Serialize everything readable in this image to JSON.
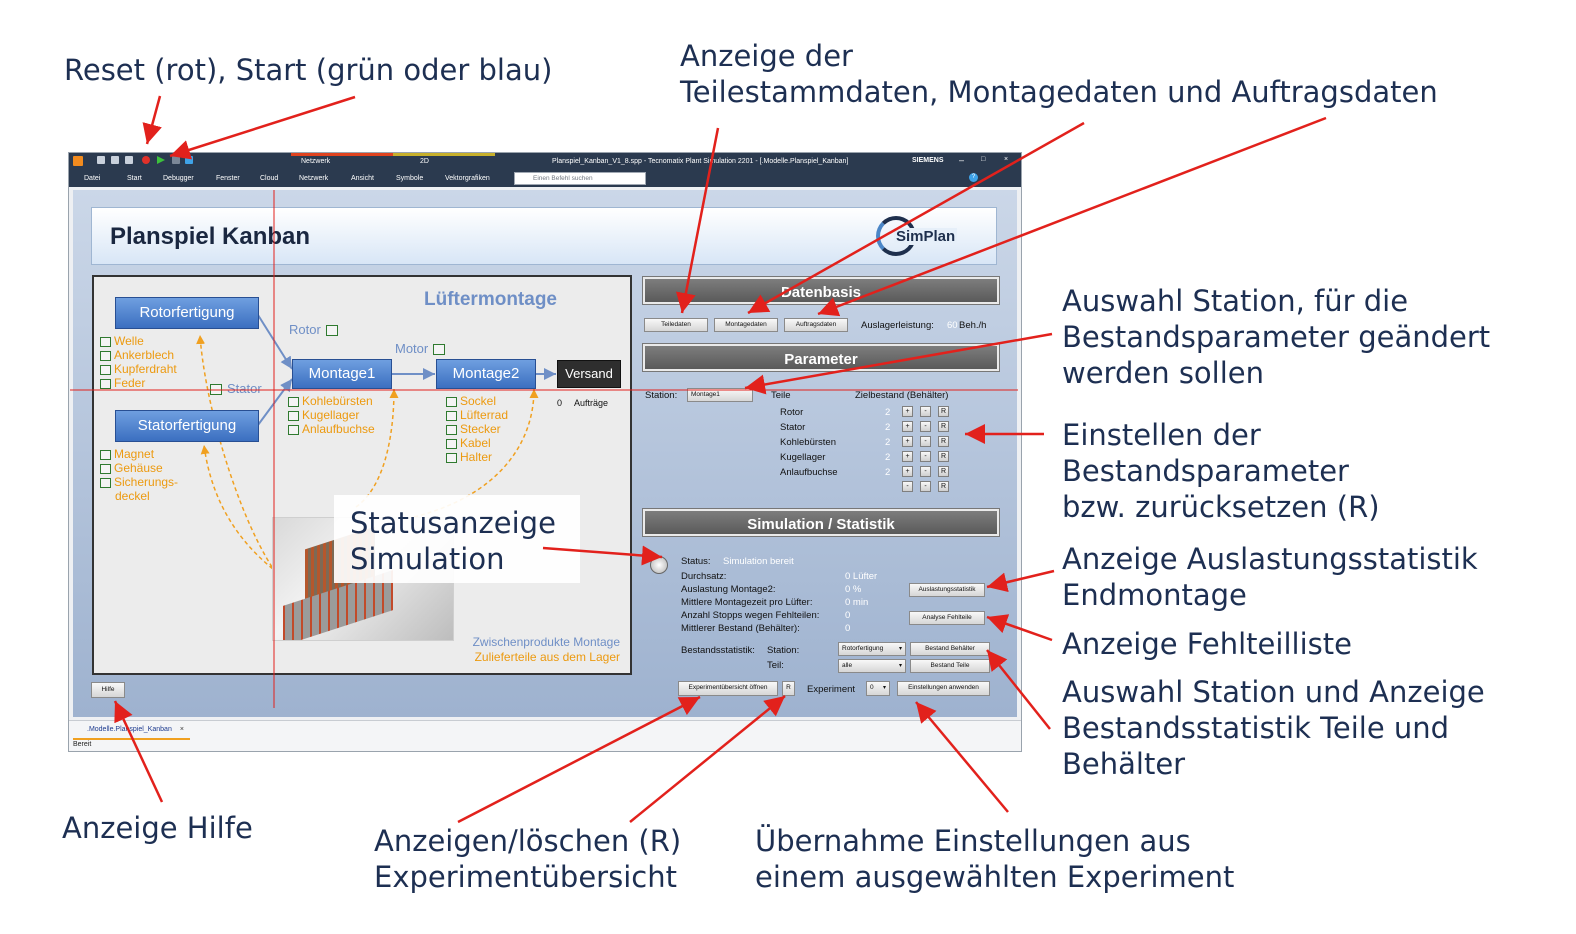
{
  "callouts": {
    "reset_start": "Reset (rot), Start (grün oder blau)",
    "stammdaten": "Anzeige der\nTeilestammdaten, Montagedaten und Auftragsdaten",
    "auswahl_station": "Auswahl Station, für die\nBestandsparameter geändert\nwerden sollen",
    "einstellen": "Einstellen der\nBestandsparameter\nbzw. zurücksetzen (R)",
    "auslastung": "Anzeige Auslastungsstatistik\nEndmontage",
    "fehlteil": "Anzeige Fehlteilliste",
    "bestandsstatistik": "Auswahl Station und Anzeige\nBestandsstatistik Teile und\nBehälter",
    "hilfe": "Anzeige Hilfe",
    "experiment": "Anzeigen/löschen (R)\nExperimentübersicht",
    "uebernahme": "Übernahme Einstellungen aus\neinem ausgewählten Experiment",
    "statusanzeige": "Statusanzeige\nSimulation"
  },
  "window": {
    "title": "Planspiel_Kanban_V1_8.spp - Tecnomatix Plant Simulation 2201 - [.Modelle.Planspiel_Kanban]",
    "brand": "SIEMENS",
    "context_tabs": [
      "Netzwerk",
      "2D"
    ],
    "menu": [
      "Datei",
      "Start",
      "Debugger",
      "Fenster",
      "Cloud",
      "Netzwerk",
      "Ansicht",
      "Symbole",
      "Vektorgrafiken"
    ],
    "search_placeholder": "Einen Befehl suchen",
    "doc_tab": ".Modelle.Planspiel_Kanban",
    "status": "Bereit"
  },
  "model": {
    "title": "Planspiel Kanban",
    "logo": "SimPlan",
    "diagram_title": "Lüftermontage",
    "stations": {
      "rotor": "Rotorfertigung",
      "stator": "Statorfertigung",
      "montage1": "Montage1",
      "montage2": "Montage2",
      "versand": "Versand"
    },
    "labels": {
      "rotor": "Rotor",
      "stator": "Stator",
      "motor": "Motor"
    },
    "rotor_parts": [
      "Welle",
      "Ankerblech",
      "Kupferdraht",
      "Feder"
    ],
    "stator_parts": [
      "Magnet",
      "Gehäuse",
      "Sicherungs-",
      "deckel"
    ],
    "m1_parts": [
      "Kohlebürsten",
      "Kugellager",
      "Anlaufbuchse"
    ],
    "m2_parts": [
      "Sockel",
      "Lüfterrad",
      "Stecker",
      "Kabel",
      "Halter"
    ],
    "auftraege_count": "0",
    "auftraege_label": "Aufträge",
    "legend": [
      "Zwischenprodukte Montage",
      "Zulieferteile aus dem Lager"
    ],
    "hilfe": "Hilfe"
  },
  "datenbasis": {
    "header": "Datenbasis",
    "buttons": [
      "Teiledaten",
      "Montagedaten",
      "Auftragsdaten"
    ],
    "auslager_label": "Auslagerleistung:",
    "auslager_value": "60",
    "auslager_unit": "Beh./h"
  },
  "parameter": {
    "header": "Parameter",
    "station_label": "Station:",
    "station_value": "Montage1",
    "col_teile": "Teile",
    "col_ziel": "Zielbestand (Behälter)",
    "rows": [
      {
        "teil": "Rotor",
        "wert": "2"
      },
      {
        "teil": "Stator",
        "wert": "2"
      },
      {
        "teil": "Kohlebürsten",
        "wert": "2"
      },
      {
        "teil": "Kugellager",
        "wert": "2"
      },
      {
        "teil": "Anlaufbuchse",
        "wert": "2"
      }
    ],
    "plus": "+",
    "minus": "-",
    "reset": "R"
  },
  "simulation": {
    "header": "Simulation / Statistik",
    "status_label": "Status:",
    "status_value": "Simulation bereit",
    "stats": [
      {
        "label": "Durchsatz:",
        "value": "0 Lüfter"
      },
      {
        "label": "Auslastung Montage2:",
        "value": "0 %"
      },
      {
        "label": "Mittlere Montagezeit pro Lüfter:",
        "value": "0 min"
      },
      {
        "label": "Anzahl Stopps wegen Fehlteilen:",
        "value": "0"
      },
      {
        "label": "Mittlerer Bestand (Behälter):",
        "value": "0"
      }
    ],
    "btn_auslastung": "Auslastungsstatistik",
    "btn_fehlteile": "Analyse Fehlteile",
    "bestand_label": "Bestandsstatistik:",
    "station_label": "Station:",
    "teil_label": "Teil:",
    "station_value": "Rotorfertigung",
    "teil_value": "alle",
    "btn_behaelter": "Bestand Behälter",
    "btn_teile": "Bestand Teile",
    "btn_experiment": "Experimentübersicht öffnen",
    "btn_r": "R",
    "experiment_label": "Experiment",
    "experiment_value": "0",
    "btn_apply": "Einstellungen anwenden"
  }
}
